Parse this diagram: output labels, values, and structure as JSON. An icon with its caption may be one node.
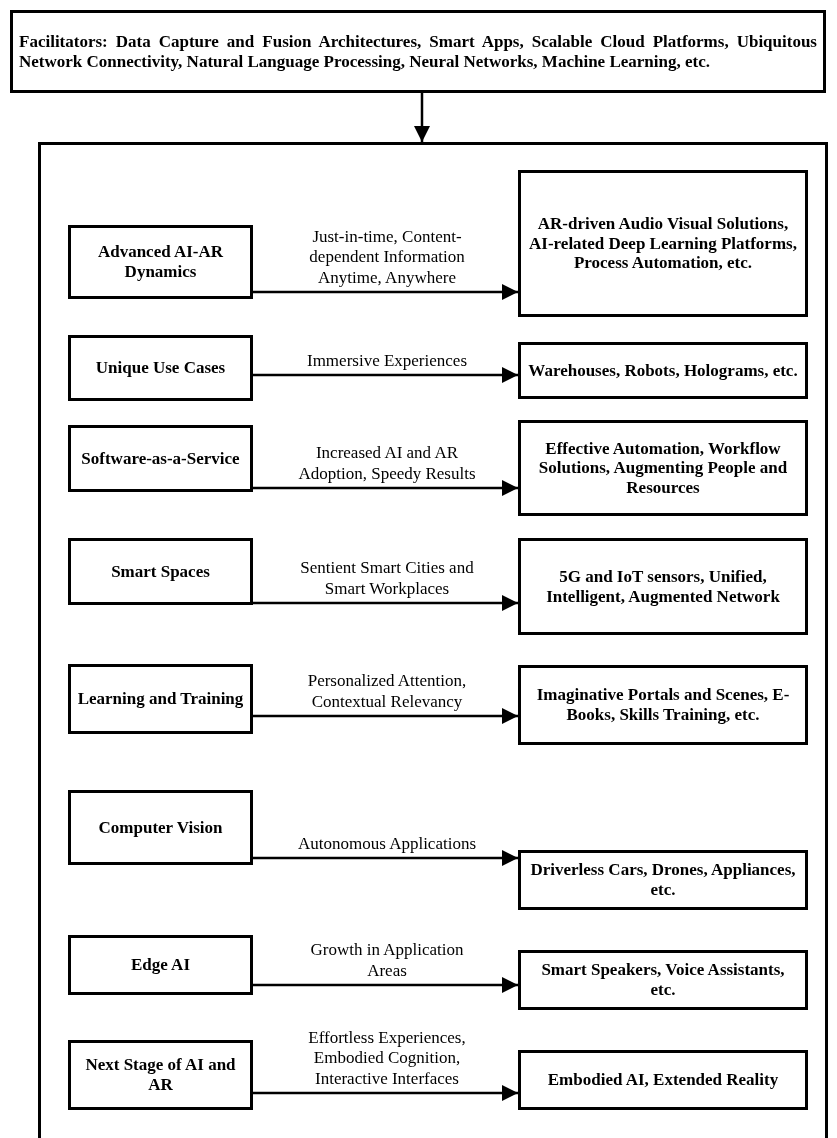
{
  "diagram": {
    "nodes": [
      {
        "text": [
          "Facilitators: Data Capture and Fusion Architectures, Smart Apps, Scalable Cloud Platforms, Ubiquitous Network Connectivity, Natural Language Processing, Neural Networks, Machine Learning, etc."
        ]
      },
      {
        "text": [],
        "shape": "box"
      },
      {
        "text": [
          "Advanced AI-AR Dynamics"
        ],
        "in": 1
      },
      {
        "text": [
          "AR-driven Audio Visual Solutions, AI-related Deep Learning Platforms, Process Automation, etc."
        ],
        "in": 1
      },
      {
        "text": [
          "Unique Use Cases"
        ],
        "in": 1
      },
      {
        "text": [
          "Warehouses, Robots, Holograms, etc."
        ],
        "in": 1
      },
      {
        "text": [
          "Software-as-a-Service"
        ],
        "in": 1
      },
      {
        "text": [
          "Effective Automation, Workflow Solutions, Augmenting People and Resources"
        ],
        "in": 1
      },
      {
        "text": [
          "Smart Spaces"
        ],
        "in": 1
      },
      {
        "text": [
          "5G and IoT sensors, Unified, Intelligent, Augmented Network"
        ],
        "in": 1
      },
      {
        "text": [
          "Learning and Training"
        ],
        "in": 1
      },
      {
        "text": [
          "Imaginative Portals and Scenes, E-Books, Skills Training, etc."
        ],
        "in": 1
      },
      {
        "text": [
          "Computer Vision"
        ],
        "in": 1
      },
      {
        "text": [
          "Driverless Cars, Drones, Appliances, etc."
        ],
        "in": 1
      },
      {
        "text": [
          "Edge AI"
        ],
        "in": 1
      },
      {
        "text": [
          "Smart Speakers, Voice Assistants, etc."
        ],
        "in": 1
      },
      {
        "text": [
          "Next Stage of AI and AR"
        ],
        "in": 1
      },
      {
        "text": [
          "Embodied AI, Extended Reality"
        ],
        "in": 1
      }
    ],
    "edges": [
      {
        "from": 0,
        "to": 1,
        "arrow": "to"
      },
      {
        "from": 2,
        "to": 3,
        "arrow": "to",
        "label": "Just-in-time, Content-dependent Information Anytime, Anywhere"
      },
      {
        "from": 4,
        "to": 5,
        "arrow": "to",
        "label": "Immersive Experiences"
      },
      {
        "from": 6,
        "to": 7,
        "arrow": "to",
        "label": "Increased AI and AR Adoption, Speedy Results"
      },
      {
        "from": 8,
        "to": 9,
        "arrow": "to",
        "label": "Sentient Smart Cities and Smart Workplaces"
      },
      {
        "from": 10,
        "to": 11,
        "arrow": "to",
        "label": "Personalized Attention, Contextual Relevancy"
      },
      {
        "from": 12,
        "to": 13,
        "arrow": "to",
        "label": "Autonomous Applications"
      },
      {
        "from": 14,
        "to": 15,
        "arrow": "to",
        "label": "Growth in Application Areas"
      },
      {
        "from": 16,
        "to": 17,
        "arrow": "to",
        "label": "Effortless Experiences, Embodied Cognition, Interactive Interfaces"
      }
    ]
  }
}
